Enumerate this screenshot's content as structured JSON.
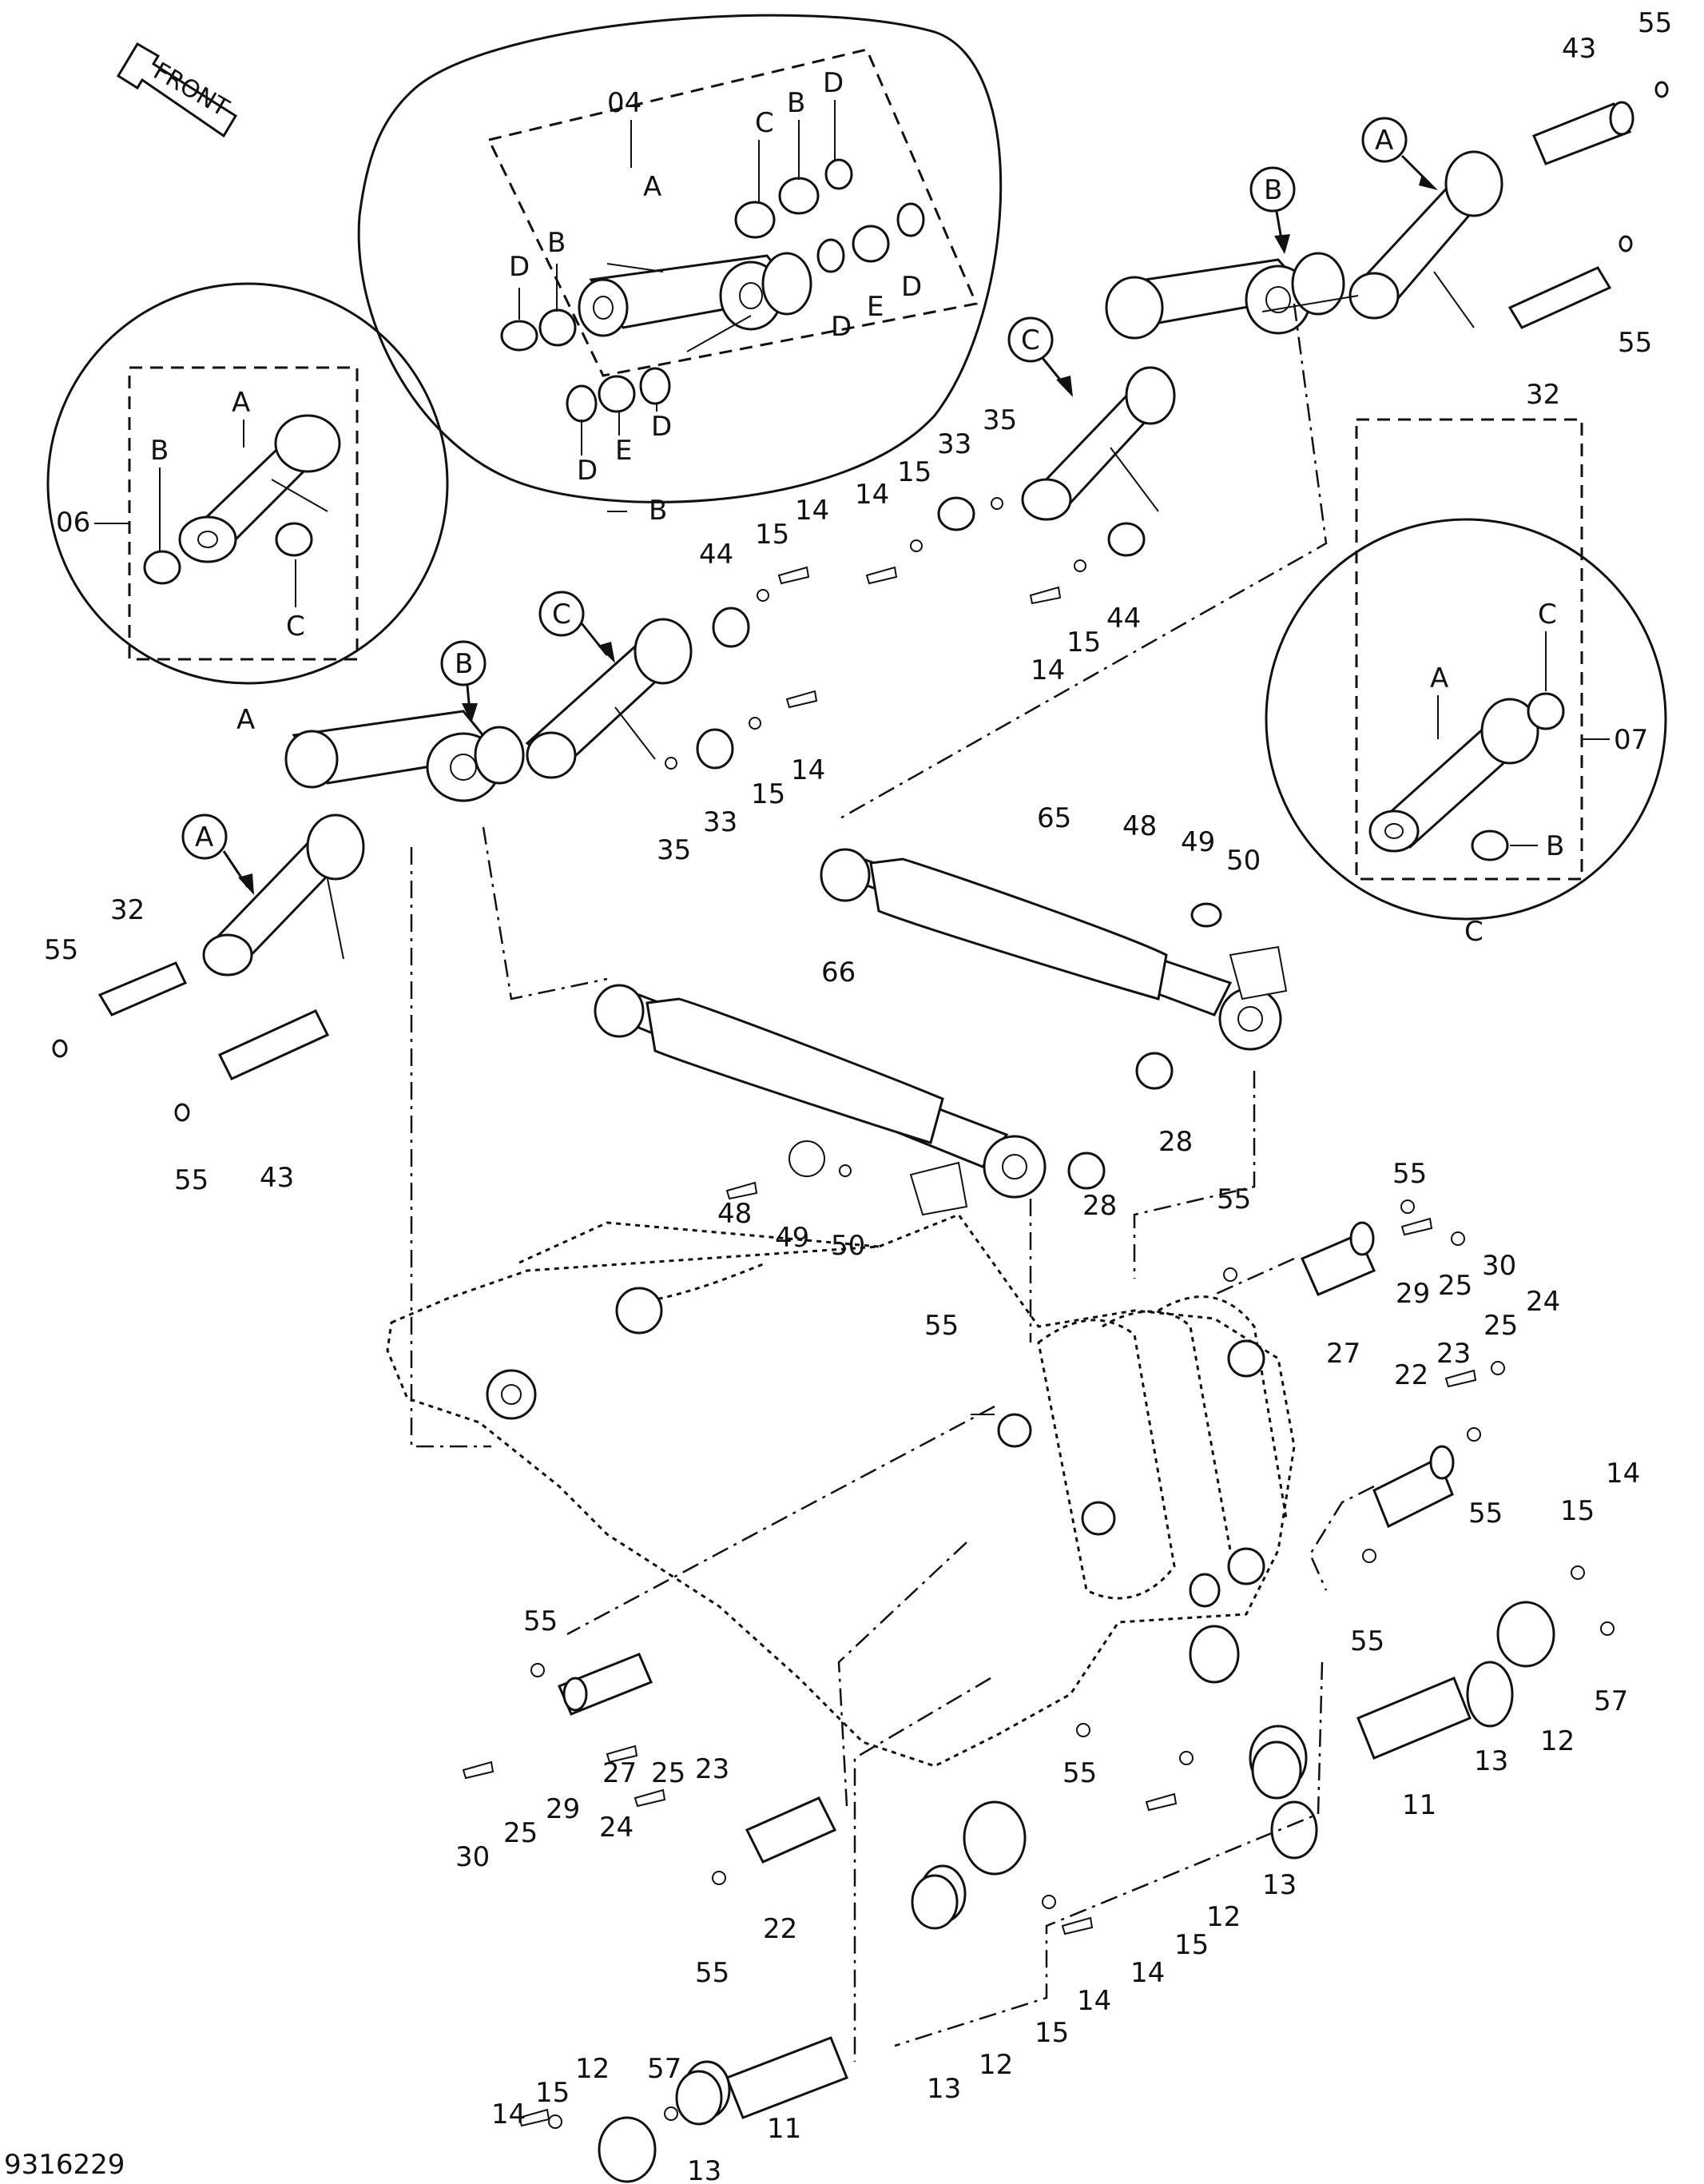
{
  "drawing": {
    "number": "9316229",
    "front_label": "FRONT"
  },
  "detail_views": {
    "04": {
      "id": "04",
      "view": "B",
      "letters": [
        "A",
        "B",
        "C",
        "D",
        "E"
      ]
    },
    "06": {
      "id": "06",
      "view": "A",
      "letters": [
        "A",
        "B",
        "C"
      ]
    },
    "07": {
      "id": "07",
      "view": "C",
      "letters": [
        "A",
        "B",
        "C"
      ]
    }
  },
  "callout_markers": [
    "A",
    "B",
    "C"
  ],
  "part_numbers": [
    "11",
    "12",
    "13",
    "14",
    "15",
    "22",
    "23",
    "24",
    "25",
    "27",
    "28",
    "29",
    "30",
    "32",
    "33",
    "35",
    "43",
    "44",
    "48",
    "49",
    "50",
    "55",
    "57",
    "65",
    "66"
  ],
  "icons": [
    "front-arrow-icon"
  ]
}
